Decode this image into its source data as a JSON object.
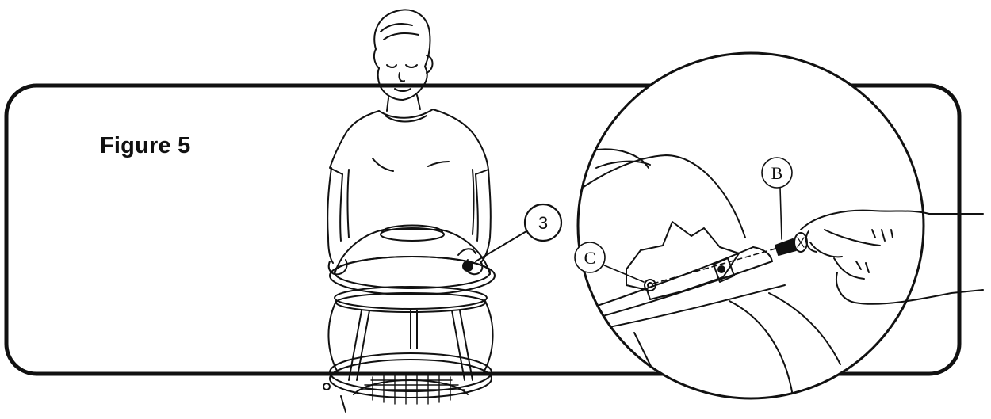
{
  "figure": {
    "title": "Figure 5"
  },
  "callouts": {
    "part_number": "3",
    "hardware_b": "B",
    "hardware_c": "C"
  }
}
